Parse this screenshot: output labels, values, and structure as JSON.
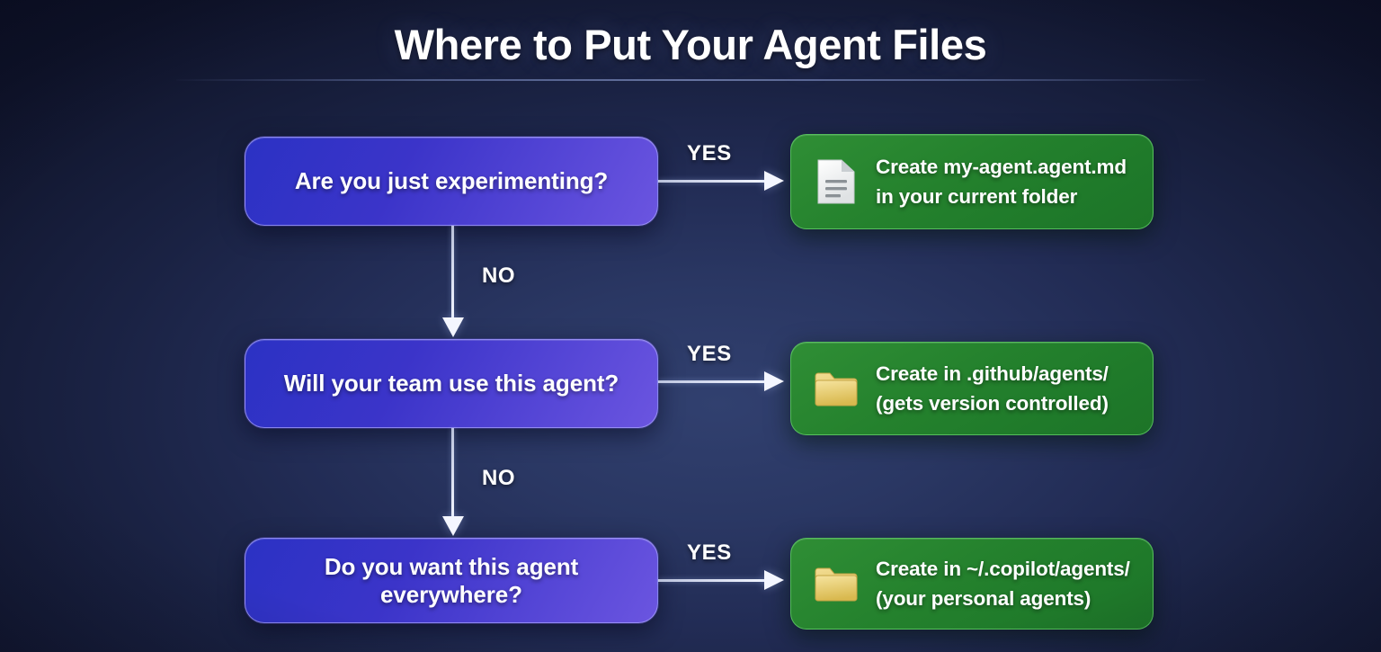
{
  "page": {
    "title": "Where to Put Your Agent Files",
    "background_dark": "#0b0e22",
    "background_center": "#31406f"
  },
  "colors": {
    "decision_box": "#3b34c9",
    "decision_box_end": "#6b55e0",
    "outcome_box": "#24812d",
    "outcome_border": "#68d66e",
    "connector": "#f2f5ff",
    "text": "#ffffff",
    "folder_icon": "#e8c96a",
    "document_icon": "#f0f0f0"
  },
  "flow": {
    "decisions": [
      {
        "id": "experimenting",
        "label": "Are you just experimenting?"
      },
      {
        "id": "team-use",
        "label": "Will your team use this agent?"
      },
      {
        "id": "everywhere",
        "label": "Do you want this agent everywhere?"
      }
    ],
    "outcomes": [
      {
        "id": "current-folder",
        "icon": "document-icon",
        "line1": "Create my-agent.agent.md",
        "line2": "in your current folder"
      },
      {
        "id": "github-agents",
        "icon": "folder-icon",
        "line1": "Create in .github/agents/",
        "line2": "(gets version controlled)"
      },
      {
        "id": "copilot-agents",
        "icon": "folder-icon",
        "line1": "Create in ~/.copilot/agents/",
        "line2": "(your personal agents)"
      }
    ],
    "branches": {
      "yes": "YES",
      "no": "NO"
    }
  }
}
